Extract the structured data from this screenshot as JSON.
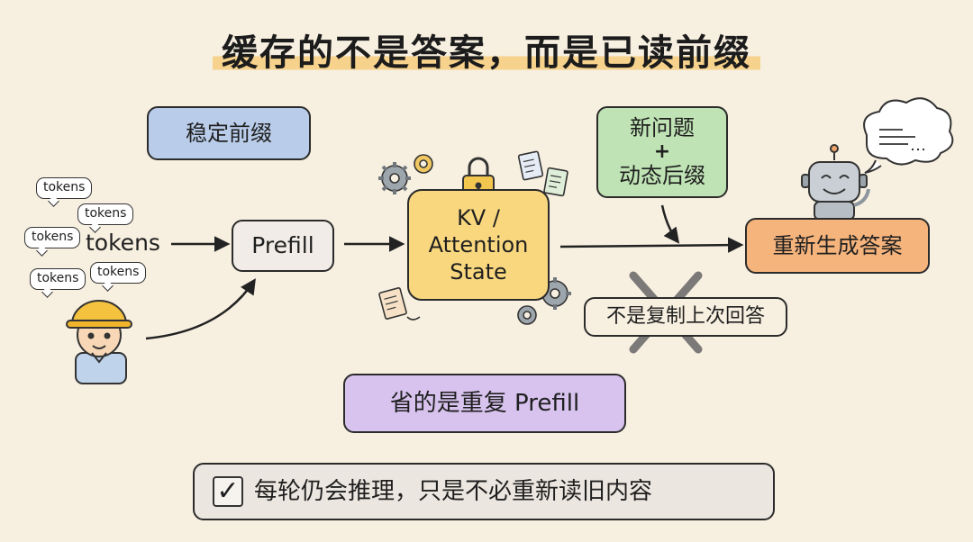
{
  "title": "缓存的不是答案，而是已读前缀",
  "nodes": {
    "stable_prefix": "稳定前缀",
    "prefill": "Prefill",
    "kv_line1": "KV /",
    "kv_line2": "Attention",
    "kv_line3": "State",
    "new_question": "新问题",
    "plus": "+",
    "dynamic_suffix": "动态后缀",
    "regenerate": "重新生成答案",
    "not_copy": "不是复制上次回答",
    "saved": "省的是重复 Prefill",
    "bottom_note": "每轮仍会推理，只是不必重新读旧内容"
  },
  "tokens": {
    "main": "tokens",
    "bubbles": [
      "tokens",
      "tokens",
      "tokens",
      "tokens",
      "tokens"
    ]
  },
  "icons": [
    "worker-icon",
    "robot-icon",
    "lock-icon",
    "gear-icon",
    "document-icon",
    "speech-cloud-icon",
    "check-icon",
    "cross-icon"
  ],
  "colors": {
    "stable": "#b9cdea",
    "kv": "#f8d77f",
    "new_question": "#bfe3b4",
    "regenerate": "#f6b47d",
    "saved": "#d7c3ee"
  }
}
